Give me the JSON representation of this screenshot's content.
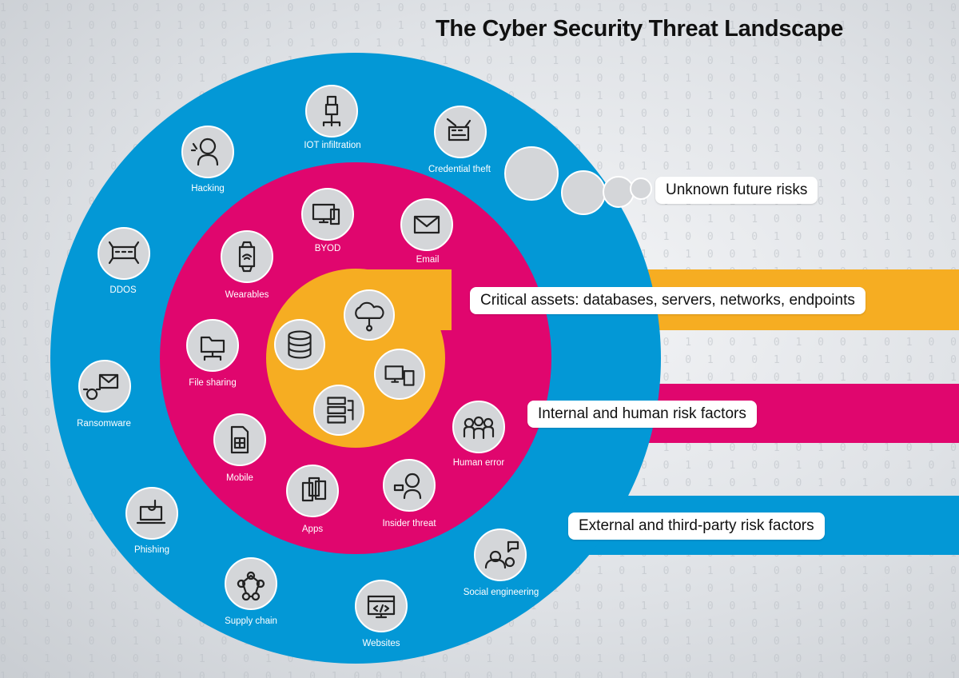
{
  "title": "The Cyber Security Threat Landscape",
  "colors": {
    "outer_ring": "#0398d6",
    "middle_ring": "#e0066e",
    "core": "#f6ad22",
    "icon_circle": "#d4d6d9"
  },
  "labels": {
    "unknown": "Unknown future risks",
    "critical": "Critical assets: databases, servers, networks, endpoints",
    "internal": "Internal and human risk factors",
    "external": "External and third-party risk factors"
  },
  "external_items": [
    {
      "label": "IOT infiltration",
      "icon": "usb-network-icon"
    },
    {
      "label": "Credential theft",
      "icon": "keyboard-theft-icon"
    },
    {
      "label": "Hacking",
      "icon": "hacker-icon"
    },
    {
      "label": "DDOS",
      "icon": "error-404-icon"
    },
    {
      "label": "Ransomware",
      "icon": "envelope-bug-icon"
    },
    {
      "label": "Phishing",
      "icon": "laptop-hook-icon"
    },
    {
      "label": "Supply chain",
      "icon": "network-nodes-icon"
    },
    {
      "label": "Websites",
      "icon": "code-window-icon"
    },
    {
      "label": "Social engineering",
      "icon": "people-chat-icon"
    }
  ],
  "internal_items": [
    {
      "label": "BYOD",
      "icon": "devices-icon"
    },
    {
      "label": "Email",
      "icon": "envelope-icon"
    },
    {
      "label": "Wearables",
      "icon": "smartwatch-icon"
    },
    {
      "label": "File sharing",
      "icon": "shared-folder-icon"
    },
    {
      "label": "Mobile",
      "icon": "sim-card-icon"
    },
    {
      "label": "Apps",
      "icon": "phones-icon"
    },
    {
      "label": "Insider threat",
      "icon": "insider-icon"
    },
    {
      "label": "Human error",
      "icon": "group-icon"
    }
  ],
  "core_items": [
    {
      "icon": "cloud-icon"
    },
    {
      "icon": "database-icon"
    },
    {
      "icon": "endpoints-icon"
    },
    {
      "icon": "server-icon"
    }
  ]
}
